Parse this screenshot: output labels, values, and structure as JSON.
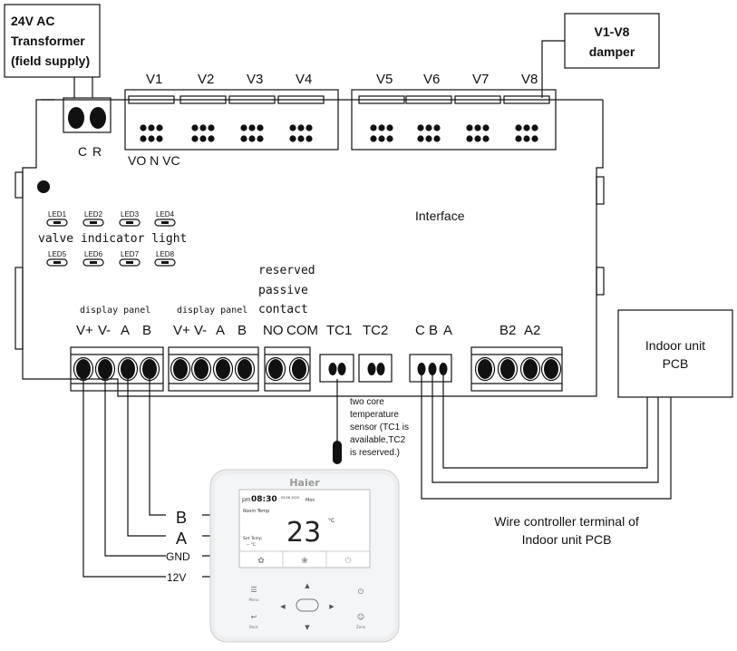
{
  "transformer": {
    "line1": "24V AC",
    "line2": "Transformer",
    "line3": "(field supply)"
  },
  "power_terminals": {
    "c": "C",
    "r": "R"
  },
  "damper_box": {
    "line1": "V1-V8",
    "line2": "damper"
  },
  "valve_labels": [
    "V1",
    "V2",
    "V3",
    "V4",
    "V5",
    "V6",
    "V7",
    "V8"
  ],
  "valve_pin_label": "VO N VC",
  "board_label": "Interface",
  "leds": [
    "LED1",
    "LED2",
    "LED3",
    "LED4",
    "LED5",
    "LED6",
    "LED7",
    "LED8"
  ],
  "led_caption": "valve indicator light",
  "reserved_contact": {
    "line1": "reserved",
    "line2": "passive",
    "line3": "contact"
  },
  "display_panel_1": {
    "title": "display panel",
    "pins": [
      "V+",
      "V-",
      "A",
      "B"
    ]
  },
  "display_panel_2": {
    "title": "display panel",
    "pins": [
      "V+",
      "V-",
      "A",
      "B"
    ]
  },
  "contact_pins": [
    "NO",
    "COM"
  ],
  "tc1": "TC1",
  "tc2": "TC2",
  "cba_pins": [
    "C",
    "B",
    "A"
  ],
  "b2a2_pins": [
    "B2",
    "A2"
  ],
  "sensor_note": {
    "line1": "two core",
    "line2": "temperature",
    "line3": "sensor (TC1 is",
    "line4": "available,TC2",
    "line5": "is reserved.)"
  },
  "indoor_pcb": {
    "line1": "Indoor unit",
    "line2": "PCB"
  },
  "wire_controller_caption": {
    "line1": "Wire controller terminal of",
    "line2": "Indoor unit PCB"
  },
  "controller_wires": [
    "B",
    "A",
    "GND",
    "12V"
  ],
  "controller": {
    "brand": "Haier",
    "ampm": "pm",
    "time": "08:30",
    "date": "05/26 2020",
    "day": "Mon",
    "room_temp_label": "Room Temp",
    "room_temp": "23",
    "unit": "°C",
    "set_temp_label": "Set Temp",
    "set_temp": "-- °C",
    "menu": "Menu",
    "back": "Back",
    "zone": "Zone"
  }
}
